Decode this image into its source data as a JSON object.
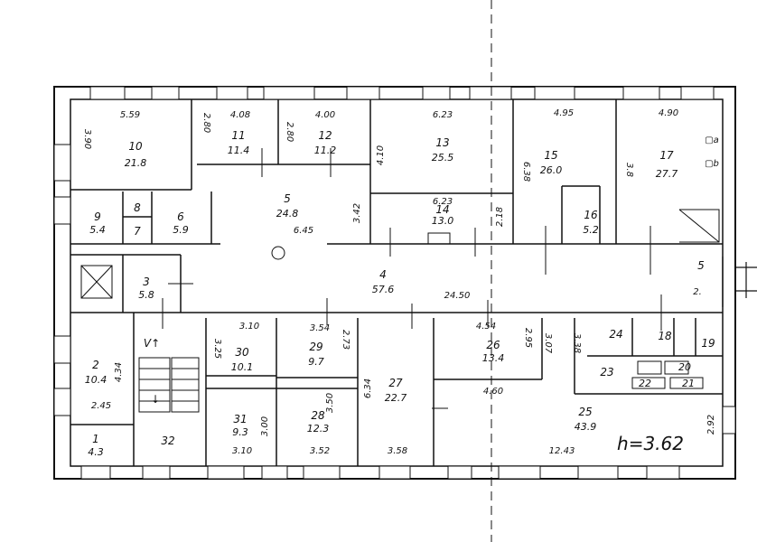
{
  "rooms": [
    {
      "id": "r1",
      "num": "1",
      "area": "4.3"
    },
    {
      "id": "r2",
      "num": "2",
      "area": "10.4"
    },
    {
      "id": "r3",
      "num": "3",
      "area": "5.8"
    },
    {
      "id": "r4",
      "num": "4",
      "area": "57.6"
    },
    {
      "id": "r5",
      "num": "5",
      "area": "24.8"
    },
    {
      "id": "r6",
      "num": "6",
      "area": "5.9"
    },
    {
      "id": "r7",
      "num": "7",
      "area": ""
    },
    {
      "id": "r8",
      "num": "8",
      "area": ""
    },
    {
      "id": "r9",
      "num": "9",
      "area": "5.4"
    },
    {
      "id": "r10",
      "num": "10",
      "area": "21.8"
    },
    {
      "id": "r11",
      "num": "11",
      "area": "11.4"
    },
    {
      "id": "r12",
      "num": "12",
      "area": "11.2"
    },
    {
      "id": "r13",
      "num": "13",
      "area": "25.5"
    },
    {
      "id": "r14",
      "num": "14",
      "area": "13.0"
    },
    {
      "id": "r15",
      "num": "15",
      "area": "26.0"
    },
    {
      "id": "r16",
      "num": "16",
      "area": "5.2"
    },
    {
      "id": "r17",
      "num": "17",
      "area": "27.7"
    },
    {
      "id": "r18",
      "num": "18",
      "area": ""
    },
    {
      "id": "r19",
      "num": "19",
      "area": ""
    },
    {
      "id": "r20",
      "num": "20",
      "area": ""
    },
    {
      "id": "r21",
      "num": "21",
      "area": ""
    },
    {
      "id": "r22",
      "num": "22",
      "area": ""
    },
    {
      "id": "r23",
      "num": "23",
      "area": ""
    },
    {
      "id": "r24",
      "num": "24",
      "area": ""
    },
    {
      "id": "r25",
      "num": "25",
      "area": "43.9"
    },
    {
      "id": "r26",
      "num": "26",
      "area": "13.4"
    },
    {
      "id": "r27",
      "num": "27",
      "area": "22.7"
    },
    {
      "id": "r28",
      "num": "28",
      "area": "12.3"
    },
    {
      "id": "r29",
      "num": "29",
      "area": "9.7"
    },
    {
      "id": "r30",
      "num": "30",
      "area": "10.1"
    },
    {
      "id": "r31",
      "num": "31",
      "area": "9.3"
    },
    {
      "id": "r32",
      "num": "32",
      "area": ""
    }
  ],
  "dimensions": [
    "5.59",
    "4.08",
    "4.00",
    "6.23",
    "4.95",
    "4.90",
    "3.90",
    "2.80",
    "2.80",
    "4.10",
    "3.42",
    "6.23",
    "2.18",
    "6.38",
    "3.8",
    "6.45",
    "24.50",
    "3.10",
    "3.54",
    "4.54",
    "2.95",
    "3.07",
    "3.38",
    "2.73",
    "3.25",
    "6.34",
    "3.50",
    "3.00",
    "4.60",
    "2.45",
    "4.34",
    "3.10",
    "3.52",
    "3.58",
    "12.43",
    "2.92",
    "5",
    "2."
  ],
  "ceiling_height": "h=3.62",
  "symbols": {
    "stair_label": "V↑",
    "stair_arrow": "↓",
    "sink_a": "▢a",
    "sink_b": "▢b"
  }
}
